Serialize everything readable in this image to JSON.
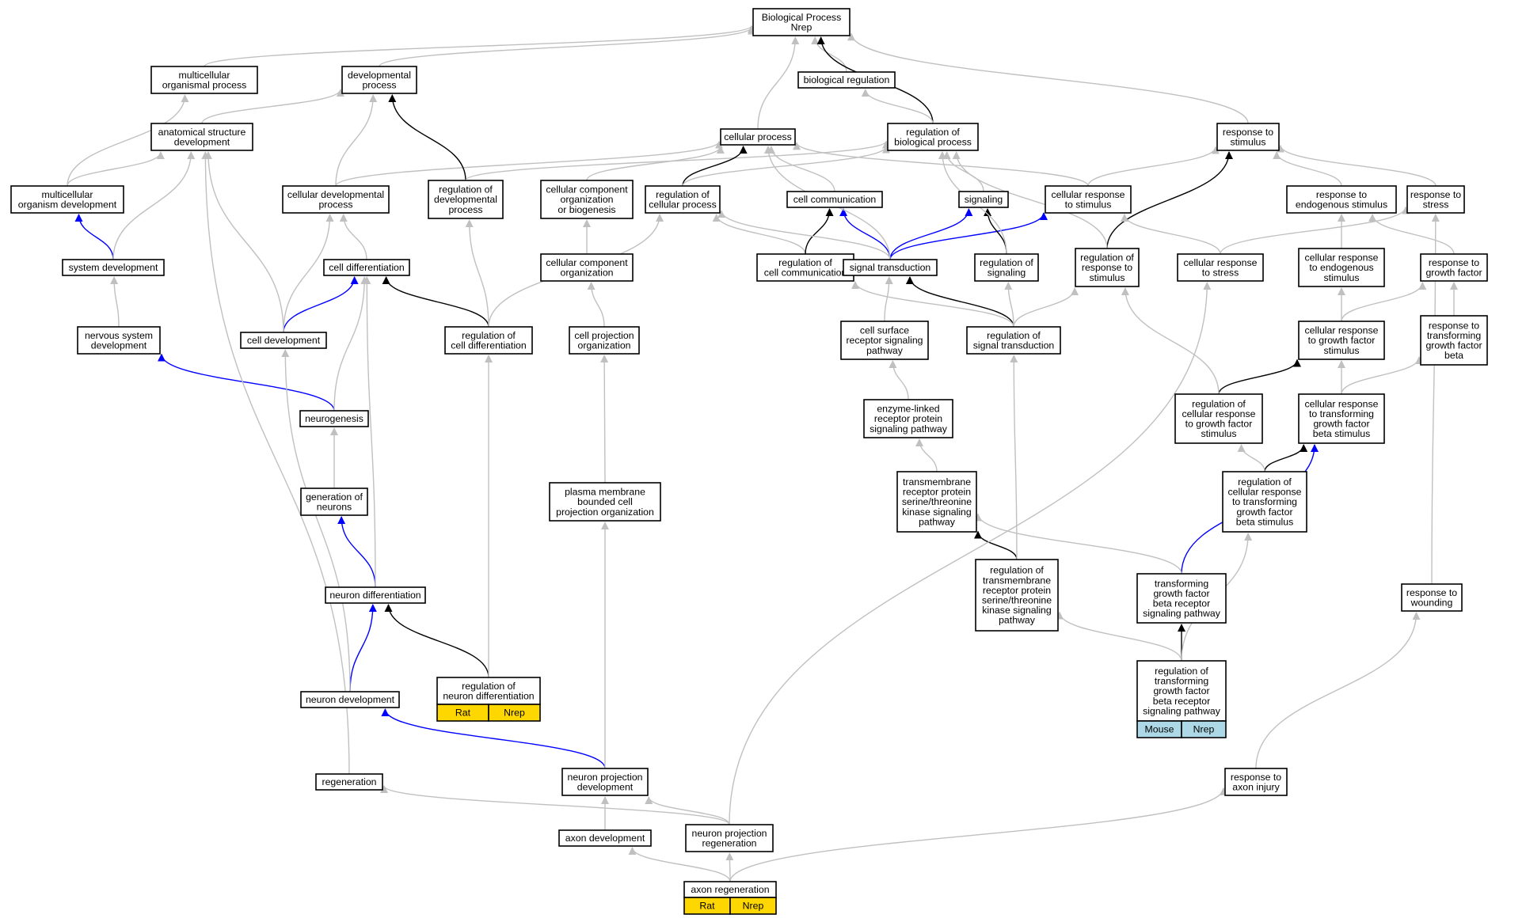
{
  "colors": {
    "gray": "#c0c0c0",
    "black": "#000000",
    "blue": "#0000ff",
    "rat_nrep": "#ffd700",
    "mouse_nrep": "#add8e6"
  },
  "nodes": {
    "bp": {
      "lines": [
        "Biological Process",
        "Nrep"
      ]
    },
    "mop": {
      "lines": [
        "multicellular",
        "organismal process"
      ]
    },
    "dp": {
      "lines": [
        "developmental",
        "process"
      ]
    },
    "br": {
      "lines": [
        "biological regulation"
      ]
    },
    "asd": {
      "lines": [
        "anatomical structure",
        "development"
      ]
    },
    "cp": {
      "lines": [
        "cellular process"
      ]
    },
    "rbp": {
      "lines": [
        "regulation of",
        "biological process"
      ]
    },
    "rts": {
      "lines": [
        "response to",
        "stimulus"
      ]
    },
    "mod": {
      "lines": [
        "multicellular",
        "organism development"
      ]
    },
    "cdp": {
      "lines": [
        "cellular developmental",
        "process"
      ]
    },
    "rdp": {
      "lines": [
        "regulation of",
        "developmental",
        "process"
      ]
    },
    "ccob": {
      "lines": [
        "cellular component",
        "organization",
        "or biogenesis"
      ]
    },
    "rcp": {
      "lines": [
        "regulation of",
        "cellular process"
      ]
    },
    "cc": {
      "lines": [
        "cell communication"
      ]
    },
    "sig": {
      "lines": [
        "signaling"
      ]
    },
    "crs": {
      "lines": [
        "cellular response",
        "to stimulus"
      ]
    },
    "res": {
      "lines": [
        "response to",
        "endogenous stimulus"
      ]
    },
    "rstr": {
      "lines": [
        "response to",
        "stress"
      ]
    },
    "sd": {
      "lines": [
        "system development"
      ]
    },
    "cd": {
      "lines": [
        "cell differentiation"
      ]
    },
    "cco": {
      "lines": [
        "cellular component",
        "organization"
      ]
    },
    "rcc": {
      "lines": [
        "regulation of",
        "cell communication"
      ]
    },
    "st": {
      "lines": [
        "signal transduction"
      ]
    },
    "rsig": {
      "lines": [
        "regulation of",
        "signaling"
      ]
    },
    "rrs": {
      "lines": [
        "regulation of",
        "response to",
        "stimulus"
      ]
    },
    "crstr": {
      "lines": [
        "cellular response",
        "to stress"
      ]
    },
    "cres": {
      "lines": [
        "cellular response",
        "to endogenous",
        "stimulus"
      ]
    },
    "rgf": {
      "lines": [
        "response to",
        "growth factor"
      ]
    },
    "nsd": {
      "lines": [
        "nervous system",
        "development"
      ]
    },
    "cdev": {
      "lines": [
        "cell development"
      ]
    },
    "rcd": {
      "lines": [
        "regulation of",
        "cell differentiation"
      ]
    },
    "cpo": {
      "lines": [
        "cell projection",
        "organization"
      ]
    },
    "csrsp": {
      "lines": [
        "cell surface",
        "receptor signaling",
        "pathway"
      ]
    },
    "rst": {
      "lines": [
        "regulation of",
        "signal transduction"
      ]
    },
    "crgf": {
      "lines": [
        "cellular response",
        "to growth factor",
        "stimulus"
      ]
    },
    "rtgfb": {
      "lines": [
        "response to",
        "transforming",
        "growth factor",
        "beta"
      ]
    },
    "neurog": {
      "lines": [
        "neurogenesis"
      ]
    },
    "elrsp": {
      "lines": [
        "enzyme-linked",
        "receptor protein",
        "signaling pathway"
      ]
    },
    "rcrgf": {
      "lines": [
        "regulation of",
        "cellular response",
        "to growth factor",
        "stimulus"
      ]
    },
    "crtgfb": {
      "lines": [
        "cellular response",
        "to transforming",
        "growth factor",
        "beta stimulus"
      ]
    },
    "gon": {
      "lines": [
        "generation of",
        "neurons"
      ]
    },
    "pmbcpo": {
      "lines": [
        "plasma membrane",
        "bounded cell",
        "projection organization"
      ]
    },
    "tmrp": {
      "lines": [
        "transmembrane",
        "receptor protein",
        "serine/threonine",
        "kinase signaling",
        "pathway"
      ]
    },
    "rcrtgfb": {
      "lines": [
        "regulation of",
        "cellular response",
        "to transforming",
        "growth factor",
        "beta stimulus"
      ]
    },
    "nd": {
      "lines": [
        "neuron differentiation"
      ]
    },
    "rtmrp": {
      "lines": [
        "regulation of",
        "transmembrane",
        "receptor protein",
        "serine/threonine",
        "kinase signaling",
        "pathway"
      ]
    },
    "tgfb": {
      "lines": [
        "transforming",
        "growth factor",
        "beta receptor",
        "signaling pathway"
      ]
    },
    "rtw": {
      "lines": [
        "response to",
        "wounding"
      ]
    },
    "rnd": {
      "lines": [
        "regulation of",
        "neuron differentiation"
      ]
    },
    "rtgfbr": {
      "lines": [
        "regulation of",
        "transforming",
        "growth factor",
        "beta receptor",
        "signaling pathway"
      ]
    },
    "ndev": {
      "lines": [
        "neuron development"
      ]
    },
    "regen": {
      "lines": [
        "regeneration"
      ]
    },
    "npd": {
      "lines": [
        "neuron projection",
        "development"
      ]
    },
    "rai": {
      "lines": [
        "response to",
        "axon injury"
      ]
    },
    "ad": {
      "lines": [
        "axon development"
      ]
    },
    "npr": {
      "lines": [
        "neuron projection",
        "regeneration"
      ]
    },
    "ar": {
      "lines": [
        "axon regeneration"
      ]
    }
  },
  "tags": {
    "rnd": {
      "left": "Rat",
      "right": "Nrep",
      "color": "#ffd700"
    },
    "rtgfbr": {
      "left": "Mouse",
      "right": "Nrep",
      "color": "#add8e6"
    },
    "ar": {
      "left": "Rat",
      "right": "Nrep",
      "color": "#ffd700"
    }
  },
  "edges": [
    {
      "from": "mop",
      "to": "bp",
      "color": "gray"
    },
    {
      "from": "dp",
      "to": "bp",
      "color": "gray"
    },
    {
      "from": "br",
      "to": "bp",
      "color": "gray"
    },
    {
      "from": "cp",
      "to": "bp",
      "color": "gray"
    },
    {
      "from": "rbp",
      "to": "bp",
      "color": "black"
    },
    {
      "from": "rts",
      "to": "bp",
      "color": "gray"
    },
    {
      "from": "asd",
      "to": "dp",
      "color": "gray"
    },
    {
      "from": "rbp",
      "to": "br",
      "color": "gray"
    },
    {
      "from": "mod",
      "to": "mop",
      "color": "gray"
    },
    {
      "from": "mod",
      "to": "asd",
      "color": "gray"
    },
    {
      "from": "sd",
      "to": "mod",
      "color": "blue"
    },
    {
      "from": "sd",
      "to": "asd",
      "color": "gray"
    },
    {
      "from": "nsd",
      "to": "sd",
      "color": "gray"
    },
    {
      "from": "cdp",
      "to": "cp",
      "color": "gray"
    },
    {
      "from": "cdp",
      "to": "dp",
      "color": "gray"
    },
    {
      "from": "rdp",
      "to": "dp",
      "color": "black"
    },
    {
      "from": "rdp",
      "to": "rbp",
      "color": "gray"
    },
    {
      "from": "ccob",
      "to": "cp",
      "color": "gray"
    },
    {
      "from": "rcp",
      "to": "cp",
      "color": "black"
    },
    {
      "from": "rcp",
      "to": "rbp",
      "color": "gray"
    },
    {
      "from": "cc",
      "to": "cp",
      "color": "gray"
    },
    {
      "from": "sig",
      "to": "rbp",
      "color": "gray"
    },
    {
      "from": "crs",
      "to": "cp",
      "color": "gray"
    },
    {
      "from": "crs",
      "to": "rts",
      "color": "gray"
    },
    {
      "from": "res",
      "to": "rts",
      "color": "gray"
    },
    {
      "from": "rstr",
      "to": "rts",
      "color": "gray"
    },
    {
      "from": "cd",
      "to": "cdp",
      "color": "gray"
    },
    {
      "from": "cco",
      "to": "ccob",
      "color": "gray"
    },
    {
      "from": "rcc",
      "to": "rcp",
      "color": "gray"
    },
    {
      "from": "rcc",
      "to": "cc",
      "color": "black"
    },
    {
      "from": "st",
      "to": "cc",
      "color": "blue"
    },
    {
      "from": "st",
      "to": "sig",
      "color": "blue"
    },
    {
      "from": "st",
      "to": "crs",
      "color": "blue"
    },
    {
      "from": "st",
      "to": "rcp",
      "color": "gray"
    },
    {
      "from": "st",
      "to": "cp",
      "color": "gray"
    },
    {
      "from": "rsig",
      "to": "sig",
      "color": "black"
    },
    {
      "from": "rsig",
      "to": "rbp",
      "color": "gray"
    },
    {
      "from": "rrs",
      "to": "rts",
      "color": "black"
    },
    {
      "from": "rrs",
      "to": "rbp",
      "color": "gray"
    },
    {
      "from": "crstr",
      "to": "crs",
      "color": "gray"
    },
    {
      "from": "crstr",
      "to": "rstr",
      "color": "gray"
    },
    {
      "from": "cres",
      "to": "res",
      "color": "gray"
    },
    {
      "from": "rgf",
      "to": "res",
      "color": "gray"
    },
    {
      "from": "cdev",
      "to": "cd",
      "color": "blue"
    },
    {
      "from": "cdev",
      "to": "asd",
      "color": "gray"
    },
    {
      "from": "cdev",
      "to": "cdp",
      "color": "gray"
    },
    {
      "from": "rcd",
      "to": "cd",
      "color": "black"
    },
    {
      "from": "rcd",
      "to": "rdp",
      "color": "gray"
    },
    {
      "from": "rcd",
      "to": "rcp",
      "color": "gray"
    },
    {
      "from": "cpo",
      "to": "cco",
      "color": "gray"
    },
    {
      "from": "csrsp",
      "to": "st",
      "color": "gray"
    },
    {
      "from": "rst",
      "to": "st",
      "color": "black"
    },
    {
      "from": "rst",
      "to": "rcc",
      "color": "gray"
    },
    {
      "from": "rst",
      "to": "rsig",
      "color": "gray"
    },
    {
      "from": "rst",
      "to": "rrs",
      "color": "gray"
    },
    {
      "from": "crgf",
      "to": "cres",
      "color": "gray"
    },
    {
      "from": "crgf",
      "to": "rgf",
      "color": "gray"
    },
    {
      "from": "rtgfb",
      "to": "rgf",
      "color": "gray"
    },
    {
      "from": "neurog",
      "to": "nsd",
      "color": "blue"
    },
    {
      "from": "neurog",
      "to": "cd",
      "color": "gray"
    },
    {
      "from": "elrsp",
      "to": "csrsp",
      "color": "gray"
    },
    {
      "from": "rcrgf",
      "to": "crgf",
      "color": "black"
    },
    {
      "from": "rcrgf",
      "to": "rrs",
      "color": "gray"
    },
    {
      "from": "crtgfb",
      "to": "crgf",
      "color": "gray"
    },
    {
      "from": "crtgfb",
      "to": "rtgfb",
      "color": "gray"
    },
    {
      "from": "gon",
      "to": "neurog",
      "color": "gray"
    },
    {
      "from": "pmbcpo",
      "to": "cpo",
      "color": "gray"
    },
    {
      "from": "tmrp",
      "to": "elrsp",
      "color": "gray"
    },
    {
      "from": "rcrtgfb",
      "to": "crtgfb",
      "color": "black"
    },
    {
      "from": "rcrtgfb",
      "to": "rcrgf",
      "color": "gray"
    },
    {
      "from": "nd",
      "to": "gon",
      "color": "blue"
    },
    {
      "from": "nd",
      "to": "cd",
      "color": "gray"
    },
    {
      "from": "rtmrp",
      "to": "tmrp",
      "color": "black"
    },
    {
      "from": "rtmrp",
      "to": "rst",
      "color": "gray"
    },
    {
      "from": "tgfb",
      "to": "crtgfb",
      "color": "blue"
    },
    {
      "from": "tgfb",
      "to": "tmrp",
      "color": "gray"
    },
    {
      "from": "rtw",
      "to": "rstr",
      "color": "gray"
    },
    {
      "from": "rnd",
      "to": "nd",
      "color": "black"
    },
    {
      "from": "rnd",
      "to": "rcd",
      "color": "gray"
    },
    {
      "from": "rtgfbr",
      "to": "tgfb",
      "color": "black"
    },
    {
      "from": "rtgfbr",
      "to": "rtmrp",
      "color": "gray"
    },
    {
      "from": "rtgfbr",
      "to": "rcrtgfb",
      "color": "gray"
    },
    {
      "from": "ndev",
      "to": "nd",
      "color": "blue"
    },
    {
      "from": "ndev",
      "to": "cdev",
      "color": "gray"
    },
    {
      "from": "regen",
      "to": "asd",
      "color": "gray"
    },
    {
      "from": "npd",
      "to": "ndev",
      "color": "blue"
    },
    {
      "from": "npd",
      "to": "pmbcpo",
      "color": "gray"
    },
    {
      "from": "rai",
      "to": "rtw",
      "color": "gray"
    },
    {
      "from": "ad",
      "to": "npd",
      "color": "gray"
    },
    {
      "from": "npr",
      "to": "npd",
      "color": "gray"
    },
    {
      "from": "npr",
      "to": "regen",
      "color": "gray"
    },
    {
      "from": "npr",
      "to": "crstr",
      "color": "gray"
    },
    {
      "from": "ar",
      "to": "ad",
      "color": "gray"
    },
    {
      "from": "ar",
      "to": "npr",
      "color": "gray"
    },
    {
      "from": "ar",
      "to": "rai",
      "color": "gray"
    }
  ]
}
